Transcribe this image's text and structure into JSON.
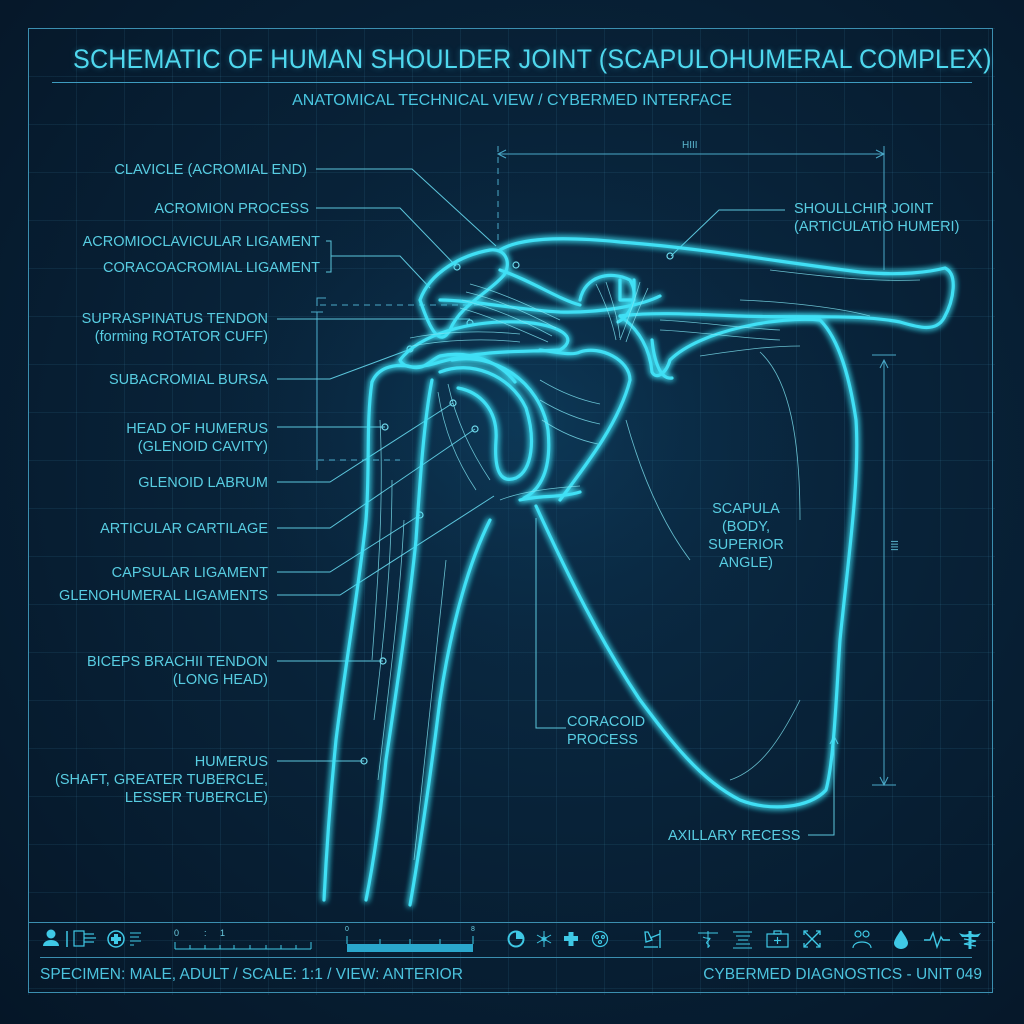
{
  "header": {
    "title": "SCHEMATIC OF HUMAN SHOULDER JOINT (SCAPULOHUMERAL COMPLEX)",
    "subtitle": "ANATOMICAL TECHNICAL VIEW / CYBERMED INTERFACE"
  },
  "labels_left": [
    {
      "id": "clavicle",
      "lines": [
        "CLAVICLE (ACROMIAL END)"
      ]
    },
    {
      "id": "acromion",
      "lines": [
        "ACROMION PROCESS"
      ]
    },
    {
      "id": "acromioclavicular",
      "lines": [
        "ACROMIOCLAVICULAR LIGAMENT"
      ]
    },
    {
      "id": "coracoacromial",
      "lines": [
        "CORACOACROMIAL LIGAMENT"
      ]
    },
    {
      "id": "supraspinatus",
      "lines": [
        "SUPRASPINATUS TENDON",
        "(forming ROTATOR CUFF)"
      ]
    },
    {
      "id": "subacromial",
      "lines": [
        "SUBACROMIAL BURSA"
      ]
    },
    {
      "id": "head-humerus",
      "lines": [
        "HEAD OF HUMERUS",
        "(GLENOID CAVITY)"
      ]
    },
    {
      "id": "glenoid-labrum",
      "lines": [
        "GLENOID LABRUM"
      ]
    },
    {
      "id": "articular-cartilage",
      "lines": [
        "ARTICULAR CARTILAGE"
      ]
    },
    {
      "id": "capsular-ligament",
      "lines": [
        "CAPSULAR LIGAMENT"
      ]
    },
    {
      "id": "glenohumeral-ligaments",
      "lines": [
        "GLENOHUMERAL LIGAMENTS"
      ]
    },
    {
      "id": "biceps",
      "lines": [
        "BICEPS BRACHII TENDON",
        "(LONG HEAD)"
      ]
    },
    {
      "id": "humerus",
      "lines": [
        "HUMERUS",
        "(SHAFT, GREATER TUBERCLE,",
        "LESSER TUBERCLE)"
      ]
    }
  ],
  "labels_right": [
    {
      "id": "shoulder-joint",
      "lines": [
        "SHOULLCHIR JOINT",
        "(ARTICULATIO HUMERI)"
      ]
    },
    {
      "id": "scapula",
      "lines": [
        "SCAPULA",
        "(BODY,",
        "SUPERIOR",
        "ANGLE)"
      ]
    },
    {
      "id": "coracoid",
      "lines": [
        "CORACOID",
        "PROCESS"
      ]
    },
    {
      "id": "axillary",
      "lines": [
        "AXILLARY RECESS"
      ]
    }
  ],
  "dimensions": {
    "horizontal_label": "HIII",
    "vertical_label": "IIII"
  },
  "toolbar": {
    "ruler_small": {
      "start": "0",
      "mid": ":",
      "end": "1"
    },
    "ruler_large": {
      "start": "0",
      "end": "8"
    },
    "icons": [
      "user-icon",
      "document-list-icon",
      "medical-plus-circle-icon",
      "menu-lines-icon",
      "pie-chart-icon",
      "molecule-icon",
      "medical-cross-icon",
      "virus-icon",
      "microscope-icon",
      "caduceus-icon",
      "dna-scan-icon",
      "first-aid-kit-icon",
      "expand-arrows-icon",
      "team-icon",
      "blood-drop-icon",
      "heartbeat-icon",
      "caduceus-filled-icon"
    ]
  },
  "footer": {
    "left": "SPECIMEN: MALE, ADULT  /  SCALE: 1:1  /  VIEW: ANTERIOR",
    "right": "CYBERMED DIAGNOSTICS - UNIT 049"
  },
  "colors": {
    "background": "#06182a",
    "bone_outline": "#3fe0f5",
    "label_text": "#58cde2",
    "frame": "#3b8fb0"
  }
}
